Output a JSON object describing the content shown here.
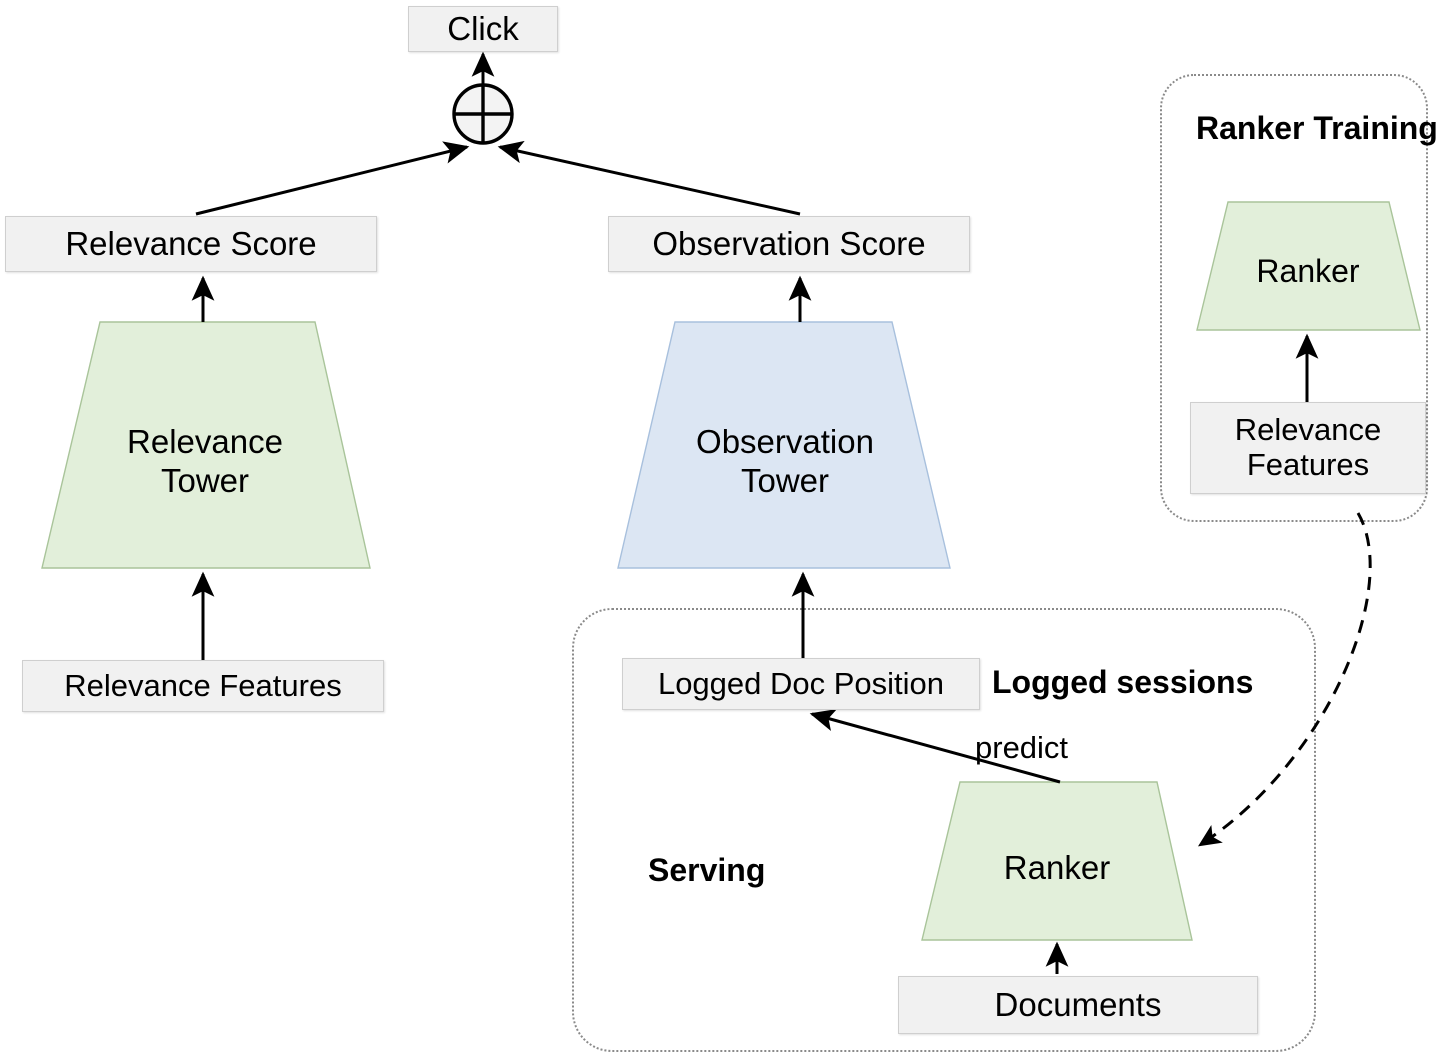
{
  "diagram": {
    "title": "Two-tower click model with ranker training and serving",
    "colors": {
      "box_fill": "#f1f1f1",
      "box_border": "#cfcfcf",
      "green_tower_fill": "#e2efda",
      "green_tower_border": "#a9c49a",
      "blue_tower_fill": "#dce6f3",
      "blue_tower_border": "#a8c0dd",
      "arrow": "#000000",
      "panel_border": "#8a8a8a",
      "text": "#000000"
    },
    "nodes": {
      "click": {
        "label": "Click"
      },
      "sum_operator": {
        "label": "plus-circle-operator"
      },
      "relevance_score": {
        "label": "Relevance Score"
      },
      "observation_score": {
        "label": "Observation Score"
      },
      "relevance_tower": {
        "label": "Relevance\nTower",
        "line1": "Relevance",
        "line2": "Tower"
      },
      "observation_tower": {
        "label": "Observation\nTower",
        "line1": "Observation",
        "line2": "Tower"
      },
      "relevance_features": {
        "label": "Relevance Features"
      },
      "logged_doc_position": {
        "label": "Logged Doc Position"
      },
      "serving_ranker": {
        "label": "Ranker"
      },
      "documents": {
        "label": "Documents"
      },
      "training_ranker": {
        "label": "Ranker"
      },
      "training_relevance_features": {
        "label": "Relevance\nFeatures",
        "line1": "Relevance",
        "line2": "Features"
      }
    },
    "groups": {
      "ranker_training": {
        "label": "Ranker Training"
      },
      "logged_sessions": {
        "label": "Logged sessions"
      },
      "serving": {
        "label": "Serving"
      }
    },
    "edges": [
      {
        "from": "sum_operator",
        "to": "click",
        "label": ""
      },
      {
        "from": "relevance_score",
        "to": "sum_operator",
        "label": ""
      },
      {
        "from": "observation_score",
        "to": "sum_operator",
        "label": ""
      },
      {
        "from": "relevance_tower",
        "to": "relevance_score",
        "label": ""
      },
      {
        "from": "observation_tower",
        "to": "observation_score",
        "label": ""
      },
      {
        "from": "relevance_features",
        "to": "relevance_tower",
        "label": ""
      },
      {
        "from": "logged_doc_position",
        "to": "observation_tower",
        "label": ""
      },
      {
        "from": "serving_ranker",
        "to": "logged_doc_position",
        "label": "predict"
      },
      {
        "from": "documents",
        "to": "serving_ranker",
        "label": ""
      },
      {
        "from": "training_relevance_features",
        "to": "training_ranker",
        "label": ""
      },
      {
        "from": "ranker_training",
        "to": "serving_ranker",
        "label": "",
        "style": "dashed-curve"
      }
    ],
    "edge_labels": {
      "predict": "predict"
    }
  }
}
